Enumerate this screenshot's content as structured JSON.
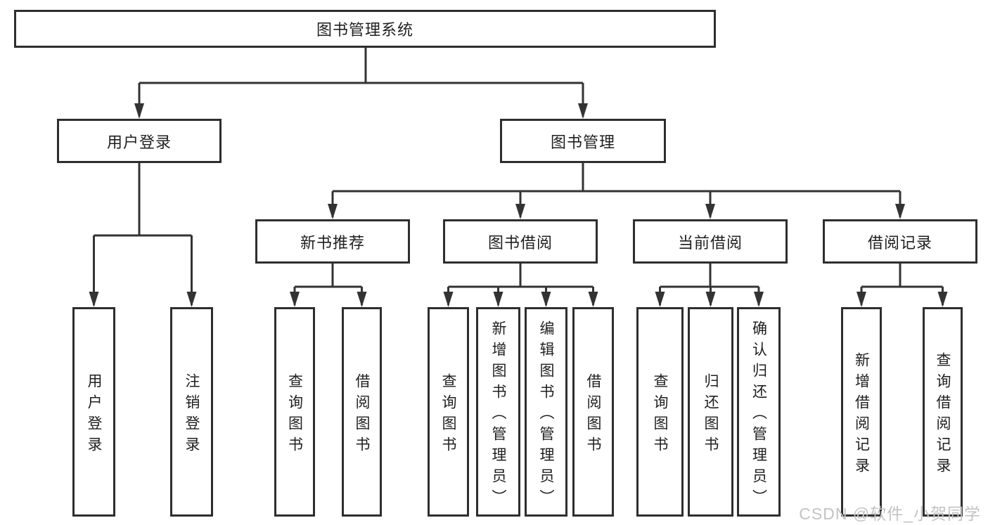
{
  "diagram": {
    "type": "hierarchy-tree",
    "title": "图书管理系统",
    "structure": {
      "图书管理系统": {
        "用户登录": [
          "用户登录",
          "注销登录"
        ],
        "图书管理": {
          "新书推荐": [
            "查询图书",
            "借阅图书"
          ],
          "图书借阅": [
            "查询图书",
            "新增图书（管理员）",
            "编辑图书（管理员）",
            "借阅图书"
          ],
          "当前借阅": [
            "查询图书",
            "归还图书",
            "确认归还（管理员）"
          ],
          "借阅记录": [
            "新增借阅记录",
            "查询借阅记录"
          ]
        }
      }
    }
  },
  "nodes": {
    "root": {
      "label": "图书管理系统"
    },
    "login": {
      "label": "用户登录"
    },
    "mgmt": {
      "label": "图书管理"
    },
    "rec": {
      "label": "新书推荐"
    },
    "borrow": {
      "label": "图书借阅"
    },
    "current": {
      "label": "当前借阅"
    },
    "records": {
      "label": "借阅记录"
    },
    "login_user": {
      "label": "用户登录"
    },
    "login_logout": {
      "label": "注销登录"
    },
    "rec_query": {
      "label": "查询图书"
    },
    "rec_borrow": {
      "label": "借阅图书"
    },
    "borrow_query": {
      "label": "查询图书"
    },
    "borrow_add": {
      "label": "新增图书（管理员）"
    },
    "borrow_edit": {
      "label": "编辑图书（管理员）"
    },
    "borrow_borrow": {
      "label": "借阅图书"
    },
    "current_query": {
      "label": "查询图书"
    },
    "current_return": {
      "label": "归还图书"
    },
    "current_confirm": {
      "label": "确认归还（管理员）"
    },
    "records_add": {
      "label": "新增借阅记录"
    },
    "records_query": {
      "label": "查询借阅记录"
    }
  },
  "watermark": {
    "text": "CSDN @软件_小贺同学",
    "color": "#c3c3c3"
  },
  "colors": {
    "background": "#ffffff",
    "box_border": "#2e2e2e",
    "connector": "#333333",
    "text": "#1f1f1f"
  }
}
